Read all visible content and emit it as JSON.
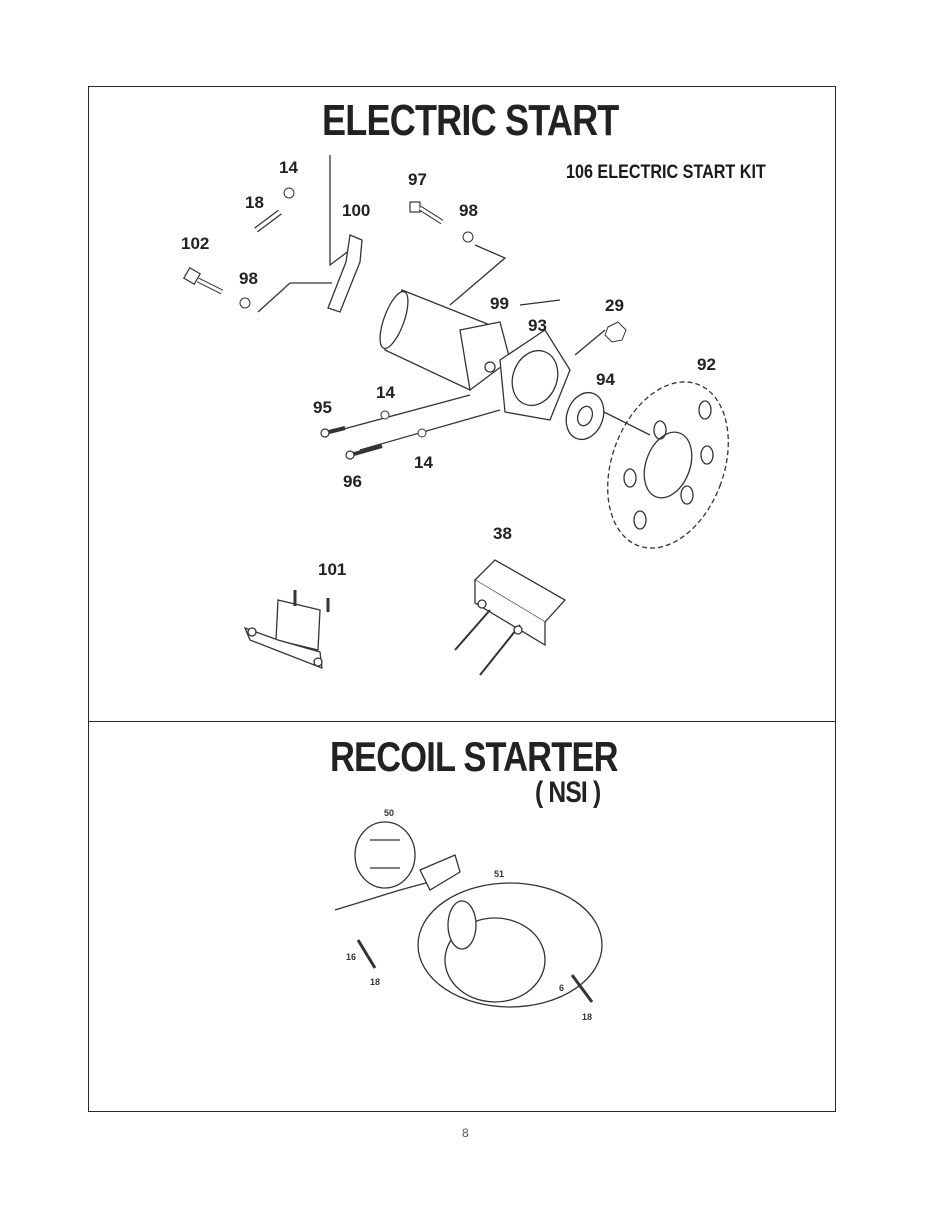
{
  "titles": {
    "electric_start": "ELECTRIC START",
    "recoil_starter": "RECOIL STARTER",
    "recoil_sub": "( NSI )",
    "kit_label": "106 ELECTRIC START KIT"
  },
  "electric_parts": {
    "p14a": "14",
    "p18": "18",
    "p100": "100",
    "p97": "97",
    "p98a": "98",
    "p102": "102",
    "p98b": "98",
    "p99": "99",
    "p93": "93",
    "p29": "29",
    "p92": "92",
    "p94": "94",
    "p95": "95",
    "p14b": "14",
    "p96": "96",
    "p14c": "14",
    "p38": "38",
    "p101": "101"
  },
  "recoil_parts": {
    "p50": "50",
    "p51": "51",
    "p16": "16",
    "p18a": "18",
    "p6": "6",
    "p18b": "18"
  },
  "page_number": "8"
}
